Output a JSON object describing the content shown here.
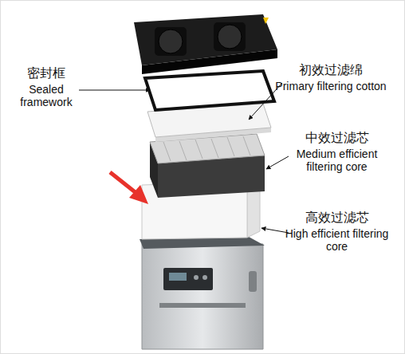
{
  "diagram": {
    "labels": [
      "密封框",
      "Sealed framework",
      "初效过滤绵",
      "Primary filtering cotton",
      "中效过滤芯",
      "Medium efficient filtering core",
      "高效过滤芯",
      "High efficient filtering core"
    ]
  }
}
